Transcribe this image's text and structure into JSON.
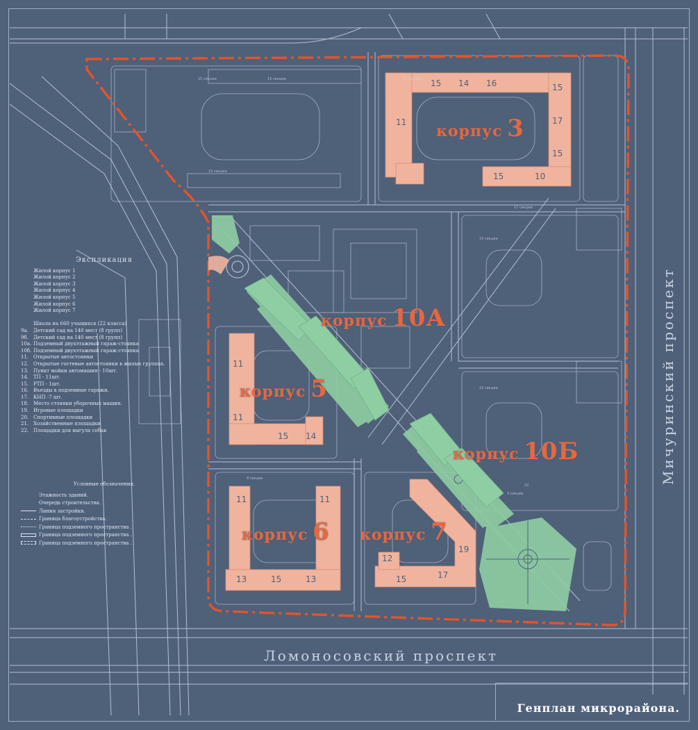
{
  "buildings": [
    {
      "id": "3",
      "word": "корпус",
      "num": "3"
    },
    {
      "id": "10a",
      "word": "корпус",
      "num": "10А"
    },
    {
      "id": "5",
      "word": "корпус",
      "num": "5"
    },
    {
      "id": "10b",
      "word": "корпус",
      "num": "10Б"
    },
    {
      "id": "6",
      "word": "корпус",
      "num": "6"
    },
    {
      "id": "7",
      "word": "корпус",
      "num": "7"
    }
  ],
  "streets": {
    "bottom": "Ломоносовский проспект",
    "right": "Мичуринский проспект"
  },
  "legend": {
    "title": "Экспликация",
    "items": [
      {
        "key": "",
        "text": "Жилой корпус 1"
      },
      {
        "key": "",
        "text": "Жилой корпус 2"
      },
      {
        "key": "",
        "text": "Жилой корпус 3"
      },
      {
        "key": "",
        "text": "Жилой корпус 4"
      },
      {
        "key": "",
        "text": "Жилой корпус 5"
      },
      {
        "key": "",
        "text": "Жилой корпус 6"
      },
      {
        "key": "",
        "text": "Жилой корпус 7"
      },
      {
        "key": "",
        "text": " "
      },
      {
        "key": "",
        "text": "Школа на 660 учащихся (22 класса)"
      },
      {
        "key": "9а.",
        "text": "Детский сад на 140 мест (8 групп)"
      },
      {
        "key": "9б.",
        "text": "Детский сад на 140 мест (8 групп)"
      },
      {
        "key": "10а.",
        "text": "Подземный двухэтажный гараж-стоянка"
      },
      {
        "key": "10б.",
        "text": "Подземный двухэтажный гараж-стоянка"
      },
      {
        "key": "11.",
        "text": "Открытые автостоянки"
      },
      {
        "key": "12.",
        "text": "Открытые гостевые автостоянки в жилых группах."
      },
      {
        "key": "13.",
        "text": "Пункт мойки автомашин - 10шт."
      },
      {
        "key": "14.",
        "text": "ТП - 11шт."
      },
      {
        "key": "15.",
        "text": "РТП - 1шт."
      },
      {
        "key": "16.",
        "text": "Въезды в подземные гаражи."
      },
      {
        "key": "17.",
        "text": "КНП -7 шт."
      },
      {
        "key": "18.",
        "text": "Место стоянки уборочных машин."
      },
      {
        "key": "19.",
        "text": "Игровые площадки"
      },
      {
        "key": "20.",
        "text": "Спортивные площадки"
      },
      {
        "key": "21.",
        "text": "Хозяйственные площадки"
      },
      {
        "key": "22.",
        "text": "Площадки для выгула собак"
      }
    ]
  },
  "conventions": {
    "title": "Условные обозначения.",
    "items": [
      "Этажность зданий.",
      "Очередь строительства.",
      "Линия застройки.",
      "Граница благоустройства.",
      "Граница подземного пространства .",
      "Граница подземного пространства .",
      "Граница подземного пространства ."
    ]
  },
  "title": "Генплан микрорайона.",
  "colors": {
    "background": "#4f6079",
    "lines": "#c9d3e2",
    "buildings": "#f0b49e",
    "green": "#8fcea3",
    "boundary": "#e0552b",
    "labels": "#e8673e"
  }
}
